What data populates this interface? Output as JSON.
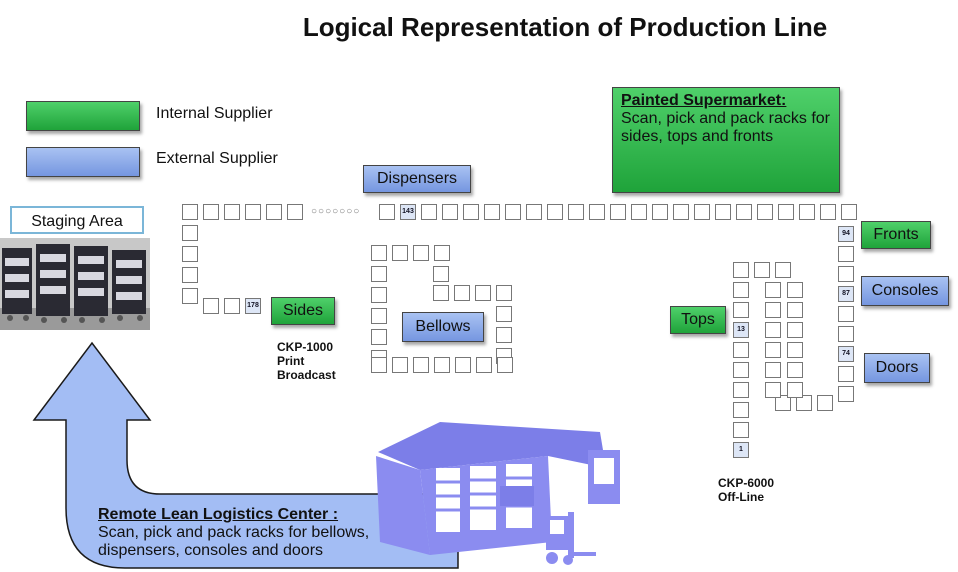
{
  "title": "Logical Representation of Production Line",
  "legend": {
    "internal": "Internal Supplier",
    "external": "External Supplier"
  },
  "staging_area": "Staging Area",
  "labels": {
    "dispensers": "Dispensers",
    "sides": "Sides",
    "bellows": "Bellows",
    "tops": "Tops",
    "fronts": "Fronts",
    "consoles": "Consoles",
    "doors": "Doors"
  },
  "stations": {
    "ckp1000": [
      "CKP-1000",
      "Print",
      "Broadcast"
    ],
    "ckp6000": [
      "CKP-6000",
      "Off-Line"
    ]
  },
  "cell_numbers": {
    "n143": "143",
    "n178": "178",
    "n94": "94",
    "n87": "87",
    "n74": "74",
    "n13": "13",
    "n1": "1"
  },
  "painted_supermarket": {
    "heading": "Painted Supermarket:",
    "body": "Scan, pick and pack racks for sides, tops and fronts"
  },
  "remote_center": {
    "heading": "Remote Lean Logistics Center :",
    "body_line1": "Scan, pick and pack racks for  bellows,",
    "body_line2": "dispensers, consoles and doors"
  },
  "colors": {
    "internal_supplier": "#2eb84a",
    "external_supplier": "#8aa8ea",
    "arrow": "#a3bdf4",
    "building": "#8b8cf0"
  }
}
